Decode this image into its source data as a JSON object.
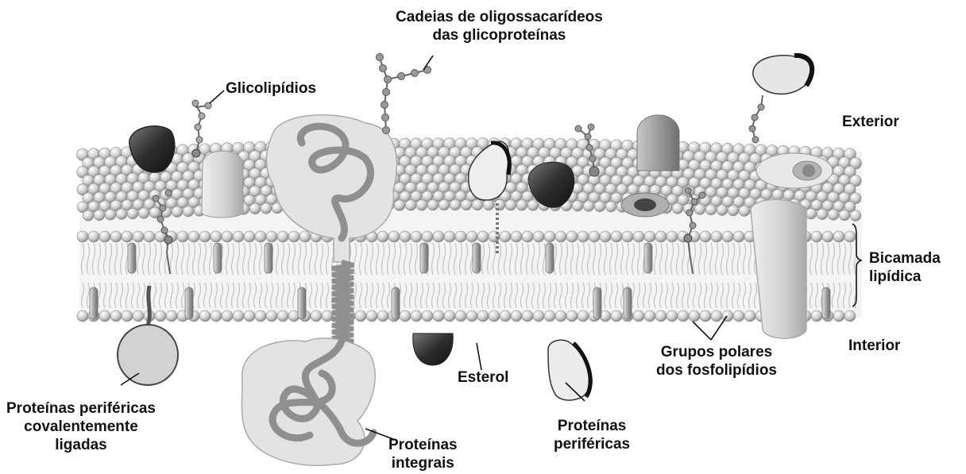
{
  "labels": {
    "oligo": [
      "Cadeias de oligossacarídeos",
      "das glicoproteínas"
    ],
    "glicolipidios": "Glicolipídios",
    "exterior": "Exterior",
    "bicamada": [
      "Bicamada",
      "lipídica"
    ],
    "interior": "Interior",
    "grupos_polares": [
      "Grupos polares",
      "dos fosfolipídios"
    ],
    "esterol": "Esterol",
    "proteinas_perifericas": [
      "Proteínas",
      "periféricas"
    ],
    "proteinas_integrais": [
      "Proteínas",
      "integrais"
    ],
    "perifericas_covalentes": [
      "Proteínas periféricas",
      "covalentemente",
      "ligadas"
    ]
  },
  "colors": {
    "head": "#c9c9c9",
    "head_light": "#eeeeee",
    "tail": "#bdbdbd",
    "protein_dark": "#3c3c3c",
    "protein_mid": "#9a9a9a",
    "protein_light": "#dcdcdc",
    "chain": "#8a8a8a",
    "halo": "#e6e6e6"
  }
}
